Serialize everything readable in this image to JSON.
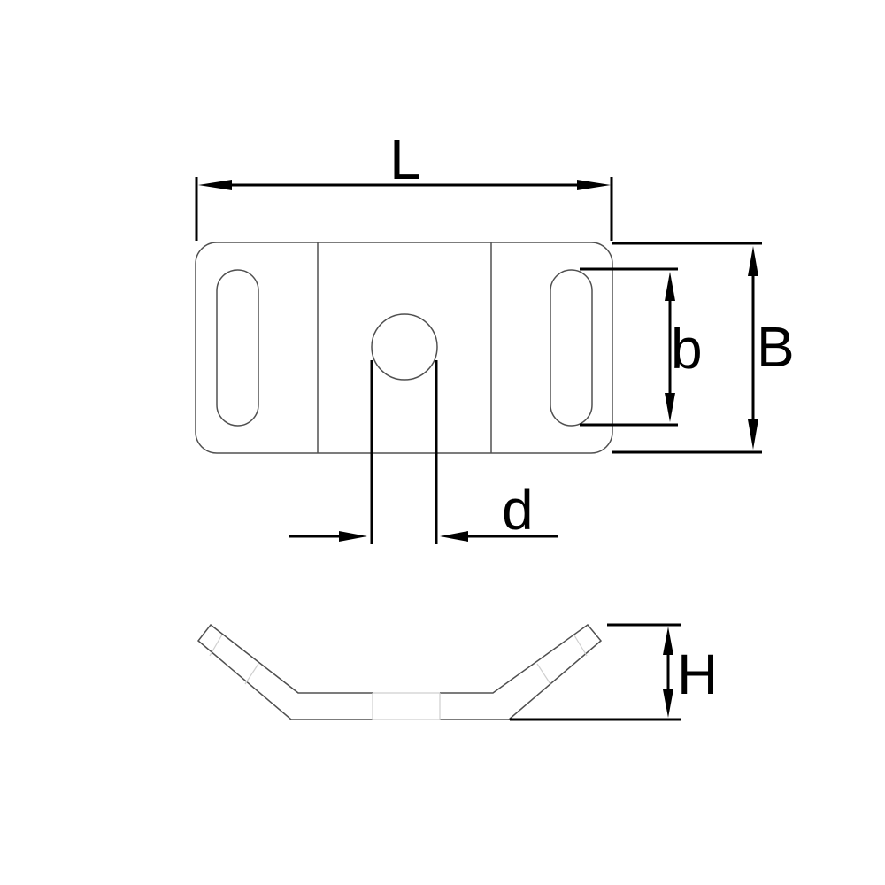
{
  "drawing": {
    "subject": "cable tie mount",
    "views": [
      "top-view",
      "side-view"
    ],
    "colors": {
      "outline": "#505050",
      "hidden_lines": "#cfcfcf",
      "dimension": "#000000",
      "background": "#ffffff"
    }
  },
  "dimensions": {
    "L": {
      "label": "L",
      "meaning": "overall length"
    },
    "B": {
      "label": "B",
      "meaning": "overall width"
    },
    "b": {
      "label": "b",
      "meaning": "slot length"
    },
    "d": {
      "label": "d",
      "meaning": "hole diameter"
    },
    "H": {
      "label": "H",
      "meaning": "overall height"
    }
  }
}
